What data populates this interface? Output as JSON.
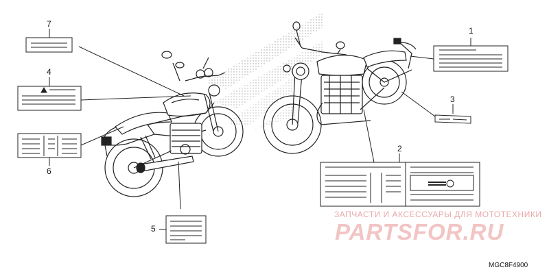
{
  "callouts": [
    {
      "id": "1",
      "label": "1"
    },
    {
      "id": "2",
      "label": "2"
    },
    {
      "id": "3",
      "label": "3"
    },
    {
      "id": "4",
      "label": "4"
    },
    {
      "id": "5",
      "label": "5"
    },
    {
      "id": "6",
      "label": "6"
    },
    {
      "id": "7",
      "label": "7"
    }
  ],
  "watermark": {
    "top_text": "ЗАПЧАСТИ И АКСЕССУАРЫ ДЛЯ МОТОТЕХНИКИ",
    "logo_text": "PARTSFOR.RU",
    "color": "#f2c4c4"
  },
  "diagram_code": "MGC8F4900",
  "colors": {
    "line": "#222222",
    "background": "#ffffff"
  }
}
